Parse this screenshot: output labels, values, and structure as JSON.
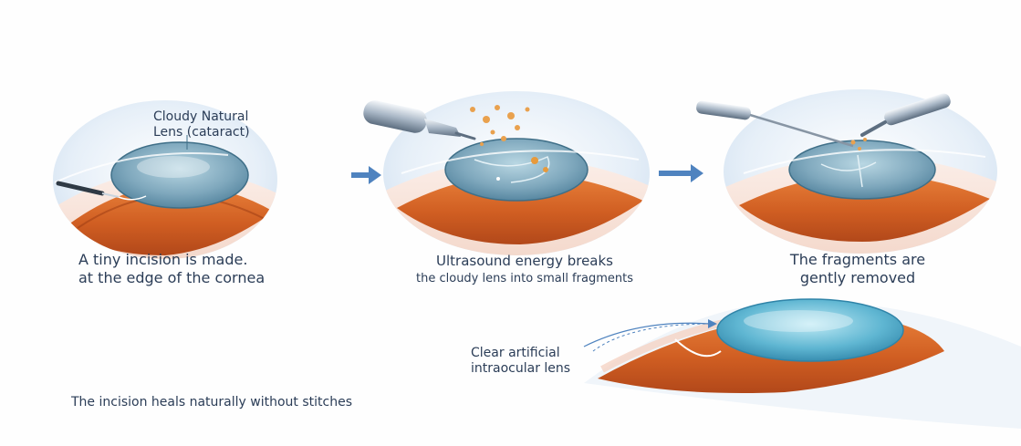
{
  "labels": {
    "cataract_line1": "Cloudy Natural",
    "cataract_line2": "Lens (cataract)",
    "iol_line1": "Clear artificial",
    "iol_line2": "intraocular lens"
  },
  "steps": [
    {
      "caption_line1": "A tiny incision is made.",
      "caption_line2": "at the edge of the cornea"
    },
    {
      "caption_line1": "Ultrasound energy breaks",
      "caption_line2": "the cloudy lens into small fragments"
    },
    {
      "caption_line1": "The fragments are",
      "caption_line2": "gently removed"
    }
  ],
  "bottom_caption": "The incision heals naturally without stitches",
  "colors": {
    "text": "#2b3d57",
    "arrow": "#4f83bf",
    "iris": "#d9672a",
    "lens": "#5fa2c4",
    "halo": "#dde9f5"
  },
  "icons": [
    "arrow-right-icon",
    "scalpel-icon",
    "ultrasound-probe-icon",
    "forceps-icon",
    "aspiration-probe-icon"
  ]
}
